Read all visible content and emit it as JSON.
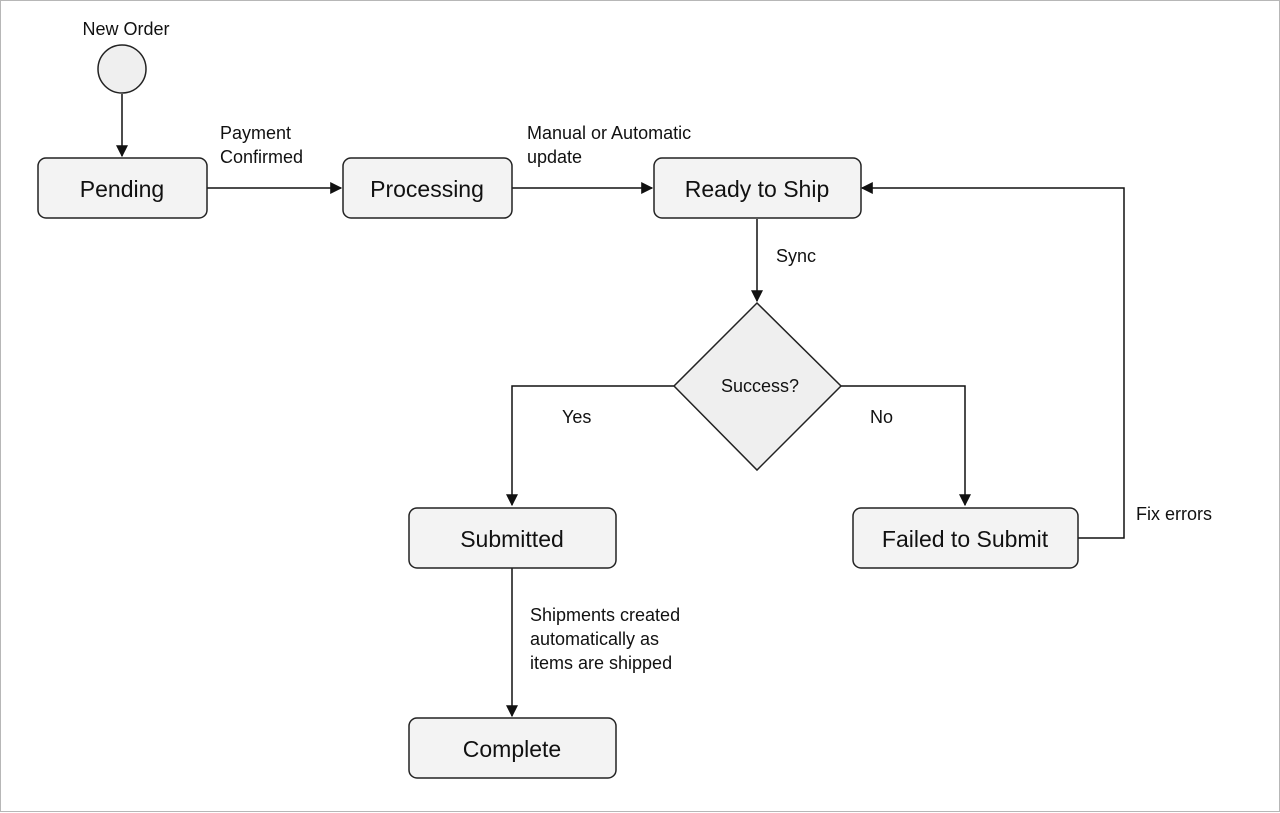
{
  "diagram": {
    "start_label": "New Order",
    "nodes": {
      "pending": "Pending",
      "processing": "Processing",
      "ready_to_ship": "Ready to Ship",
      "decision": "Success?",
      "submitted": "Submitted",
      "failed_to_submit": "Failed to Submit",
      "complete": "Complete"
    },
    "edges": {
      "payment_confirmed": [
        "Payment",
        "Confirmed"
      ],
      "manual_or_automatic": [
        "Manual or Automatic",
        "update"
      ],
      "sync": "Sync",
      "yes": "Yes",
      "no": "No",
      "fix_errors": "Fix errors",
      "shipments_created": [
        "Shipments created",
        "automatically as",
        "items are shipped"
      ]
    }
  }
}
